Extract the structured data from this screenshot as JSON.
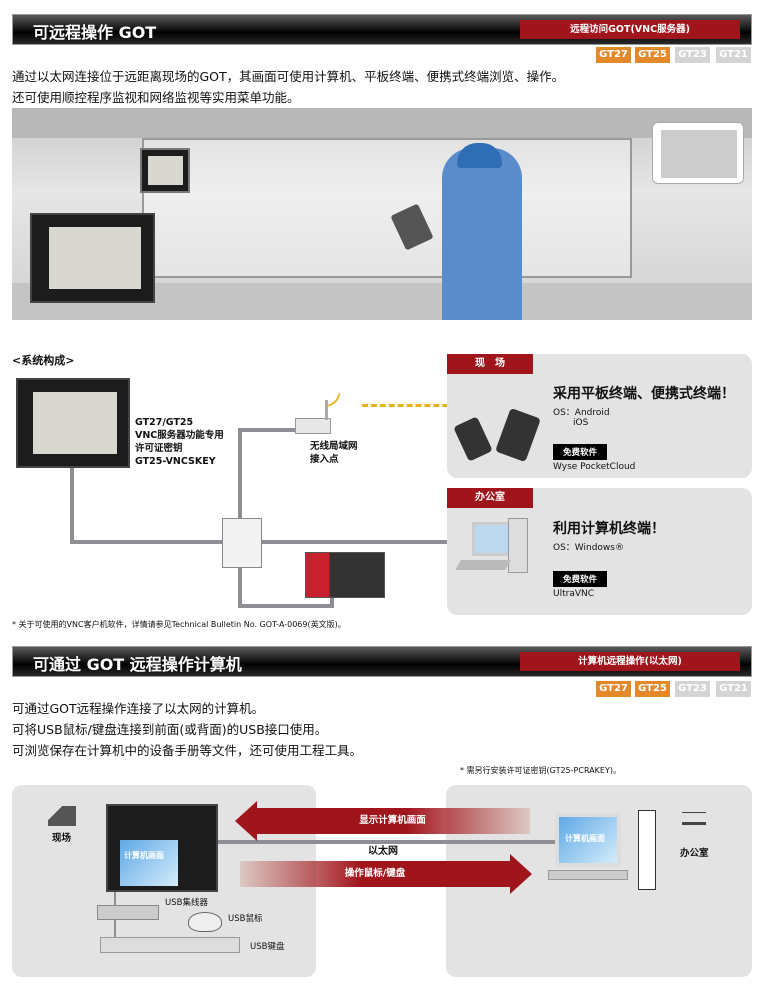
{
  "section1": {
    "title": "可远程操作 GOT",
    "badge": "远程访问GOT(VNC服务器)",
    "models": [
      "GT27",
      "GT25",
      "GT23",
      "GT21"
    ],
    "desc": [
      "通过以太网连接位于远距离现场的GOT，其画面可使用计算机、平板终端、便携式终端浏览、操作。",
      "还可使用顺控程序监视和网络监视等实用菜单功能。"
    ],
    "system_label": "<系统构成>",
    "got_label": [
      "GT27/GT25",
      "VNC服务器功能专用",
      "许可证密钥",
      "GT25-VNCSKEY"
    ],
    "ap_label": [
      "无线局域网",
      "接入点"
    ],
    "site": {
      "tab": "现　场",
      "headline": "采用平板终端、便携式终端！",
      "os_label": "OS：Android",
      "os2": "iOS",
      "free": "免费软件",
      "software": "Wyse PocketCloud"
    },
    "office": {
      "tab": "办公室",
      "headline": "利用计算机终端！",
      "os_label": "OS：Windows®",
      "free": "免费软件",
      "software": "UltraVNC"
    },
    "footnote": "* 关于可使用的VNC客户机软件，详情请参见Technical Bulletin No. GOT-A-0069(英文版)。"
  },
  "section2": {
    "title": "可通过 GOT 远程操作计算机",
    "badge": "计算机远程操作(以太网)",
    "models": [
      "GT27",
      "GT25",
      "GT23",
      "GT21"
    ],
    "desc": [
      "可通过GOT远程操作连接了以太网的计算机。",
      "可将USB鼠标/键盘连接到前面(或背面)的USB接口使用。",
      "可浏览保存在计算机中的设备手册等文件，还可使用工程工具。"
    ],
    "note": "* 需另行安装许可证密钥(GT25-PCRAKEY)。",
    "site_label": "现场",
    "office_label": "办公室",
    "pc_screen": "计算机画面",
    "arrow_top": "显示计算机画面",
    "arrow_bottom": "操作鼠标/键盘",
    "ethernet": "以太网",
    "usb_hub": "USB集线器",
    "usb_mouse": "USB鼠标",
    "usb_keyboard": "USB键盘"
  },
  "colors": {
    "accent": "#a0141c",
    "model_on": "#e4892a",
    "model_off": "#d4d4d4",
    "panel": "#e3e3e3",
    "wifi": "#e8b01c"
  }
}
